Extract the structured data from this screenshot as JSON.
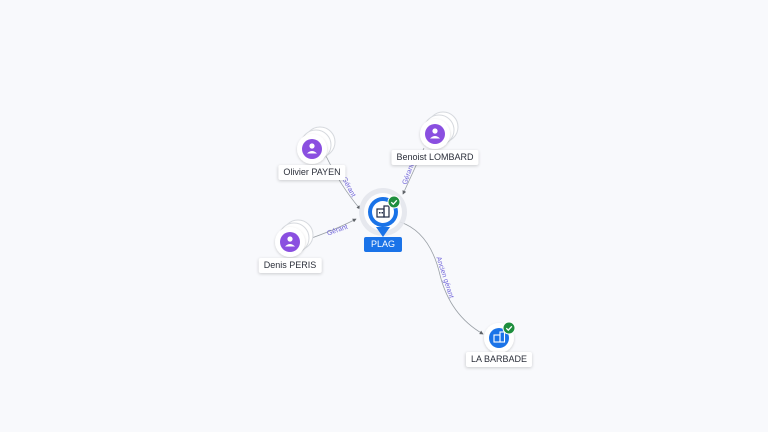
{
  "colors": {
    "background": "#f8f9fc",
    "person_node": "#8a4fe0",
    "company_node": "#1a73e8",
    "verified_badge": "#1e8e3e",
    "edge": "#9aa0a6",
    "edge_label": "#6f63d9"
  },
  "nodes": {
    "plag": {
      "label": "PLAG",
      "icon": "building-icon",
      "verified": true
    },
    "la_barbade": {
      "label": "LA BARBADE",
      "icon": "building-icon",
      "verified": true
    },
    "olivier_payen": {
      "label": "Olivier PAYEN",
      "icon": "person-icon"
    },
    "benoist_lombard": {
      "label": "Benoist LOMBARD",
      "icon": "person-icon"
    },
    "denis_peris": {
      "label": "Denis PERIS",
      "icon": "person-icon"
    }
  },
  "edges": {
    "olivier_plag": {
      "label": "Gérant"
    },
    "benoist_plag": {
      "label": "Gérant"
    },
    "denis_plag": {
      "label": "Gérant"
    },
    "plag_labarbade": {
      "label": "Ancien gérant"
    }
  }
}
